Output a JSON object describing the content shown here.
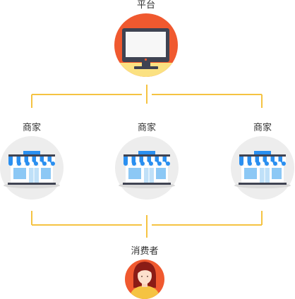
{
  "nodes": {
    "platform": {
      "label": "平台"
    },
    "merchants": [
      {
        "label": "商家"
      },
      {
        "label": "商家"
      },
      {
        "label": "商家"
      }
    ],
    "consumer": {
      "label": "消费者"
    }
  },
  "colors": {
    "connector": "#F5C342",
    "platform_bg": "#F0592F",
    "platform_base": "#FBE181",
    "monitor_frame": "#3F4352",
    "monitor_screen": "#F7F7F7",
    "store_bg": "#EDEDED",
    "awning_blue": "#2A8FF0",
    "consumer_bg": "#F0592F",
    "consumer_hair": "#8B1C16",
    "consumer_shirt": "#F5C342"
  }
}
